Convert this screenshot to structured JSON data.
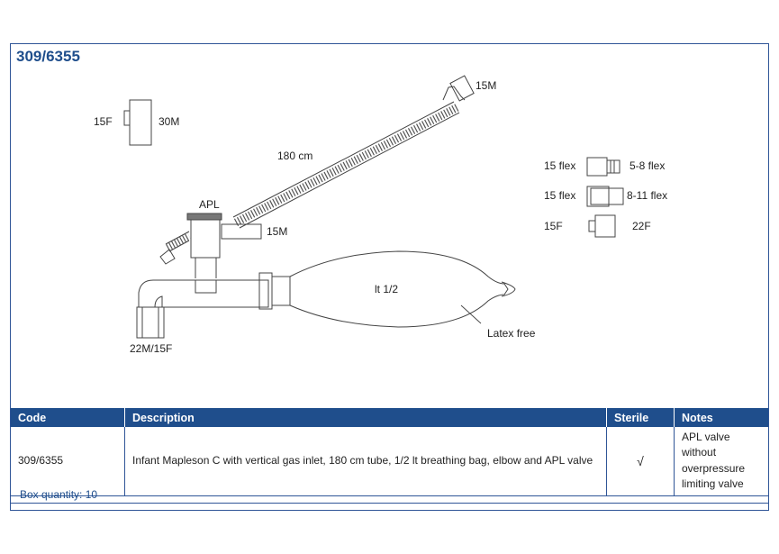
{
  "product_code": "309/6355",
  "diagram": {
    "labels": {
      "conn_15f": "15F",
      "conn_30m": "30M",
      "tube_length": "180 cm",
      "top_15m": "15M",
      "apl": "APL",
      "apl_15m": "15M",
      "bag_size": "lt 1/2",
      "latex_free": "Latex free",
      "elbow_22m_15f": "22M/15F",
      "flex1_left": "15 flex",
      "flex1_right": "5-8 flex",
      "flex2_left": "15 flex",
      "flex2_right": "8-11 flex",
      "adapter_left": "15F",
      "adapter_right": "22F"
    }
  },
  "table": {
    "headers": {
      "code": "Code",
      "description": "Description",
      "sterile": "Sterile",
      "notes": "Notes"
    },
    "row": {
      "code": "309/6355",
      "description": "Infant Mapleson C with vertical gas inlet, 180 cm tube, 1/2 lt breathing bag, elbow and APL valve",
      "sterile": "√",
      "notes": "APL valve without overpressure limiting valve"
    }
  },
  "box_quantity": "Box quantity: 10",
  "colors": {
    "brand_blue": "#1f4e8c",
    "border_blue": "#2f5597"
  }
}
